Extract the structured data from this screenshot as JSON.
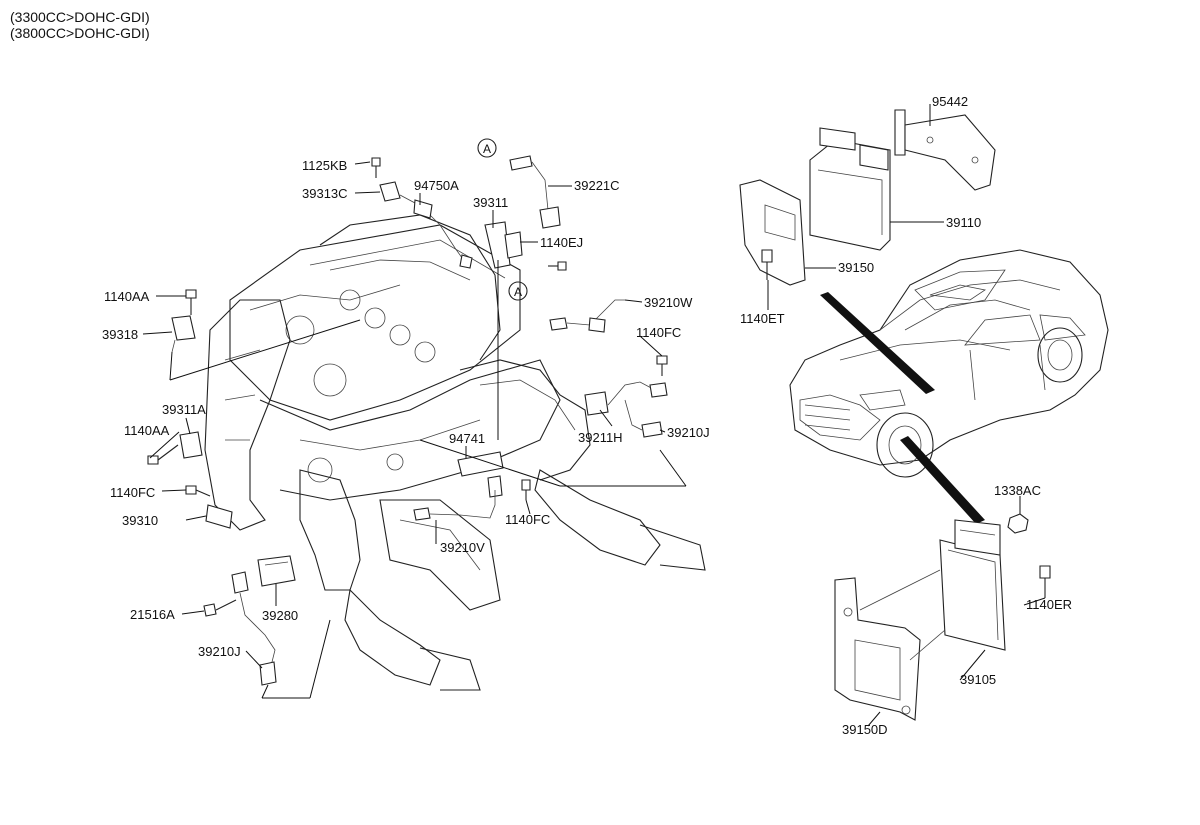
{
  "header": {
    "line1": "(3300CC>DOHC-GDI)",
    "line2": "(3800CC>DOHC-GDI)"
  },
  "callouts": {
    "ref_a_top": "A",
    "ref_a_mid": "A"
  },
  "parts": {
    "p1125KB": "1125KB",
    "p39313C": "39313C",
    "p94750A": "94750A",
    "p39311": "39311",
    "p39221C": "39221C",
    "p1140EJ": "1140EJ",
    "p1140AA_top": "1140AA",
    "p39318": "39318",
    "p39210W": "39210W",
    "p1140FC_right": "1140FC",
    "p39311A": "39311A",
    "p1140AA_left": "1140AA",
    "p94741": "94741",
    "p39211H": "39211H",
    "p39210J_right": "39210J",
    "p1140FC_left": "1140FC",
    "p39310": "39310",
    "p1140FC_mid": "1140FC",
    "p39210V": "39210V",
    "p21516A": "21516A",
    "p39280": "39280",
    "p39210J_left": "39210J",
    "p95442": "95442",
    "p39110": "39110",
    "p39150": "39150",
    "p1140ET": "1140ET",
    "p1338AC": "1338AC",
    "p1140ER": "1140ER",
    "p39105": "39105",
    "p39150D": "39150D"
  }
}
